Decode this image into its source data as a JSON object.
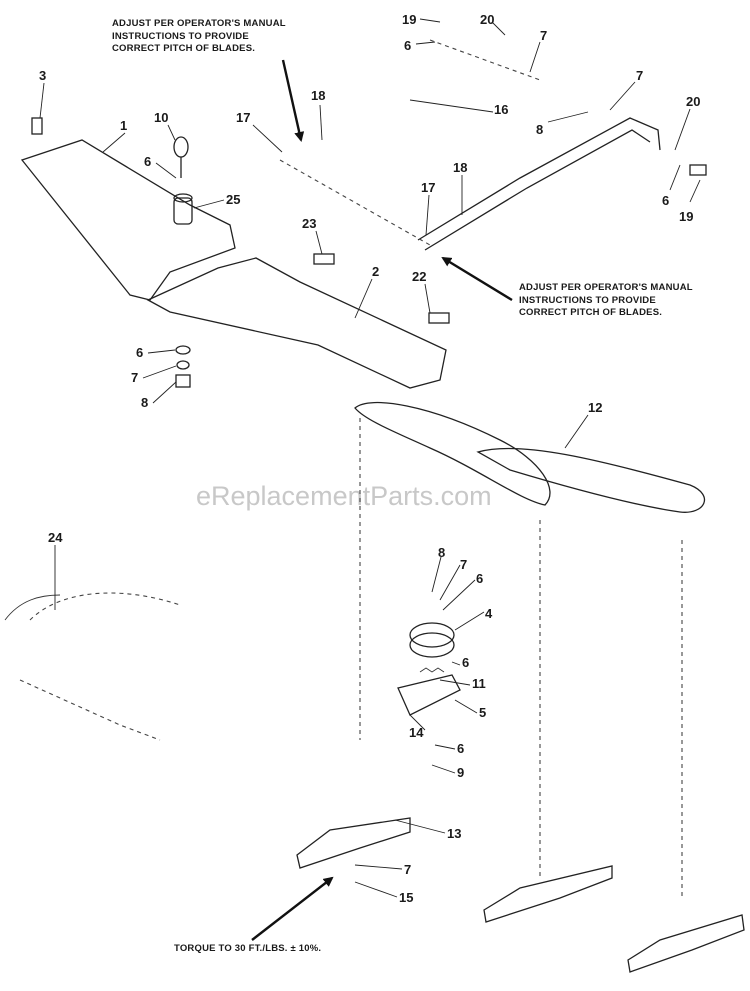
{
  "notes": {
    "adjust_top": [
      "ADJUST PER OPERATOR'S MANUAL",
      "INSTRUCTIONS TO PROVIDE",
      "CORRECT PITCH OF BLADES."
    ],
    "adjust_right": [
      "ADJUST PER OPERATOR'S MANUAL",
      "INSTRUCTIONS TO PROVIDE",
      "CORRECT PITCH OF BLADES."
    ],
    "torque": "TORQUE TO 30 FT./LBS. ± 10%."
  },
  "watermark": "eReplacementParts.com",
  "callouts": {
    "c19a": "19",
    "c20a": "20",
    "c6a": "6",
    "c7a": "7",
    "c7b": "7",
    "c8a": "8",
    "c20b": "20",
    "c6b": "6",
    "c19b": "19",
    "c16": "16",
    "c18a": "18",
    "c17a": "17",
    "c18b": "18",
    "c17b": "17",
    "c3": "3",
    "c1": "1",
    "c10": "10",
    "c6c": "6",
    "c25": "25",
    "c23": "23",
    "c22": "22",
    "c2": "2",
    "c6d": "6",
    "c7c": "7",
    "c8b": "8",
    "c12": "12",
    "c24": "24",
    "c8c": "8",
    "c7d": "7",
    "c6e": "6",
    "c4": "4",
    "c6f": "6",
    "c11": "11",
    "c5": "5",
    "c14": "14",
    "c6g": "6",
    "c9": "9",
    "c13": "13",
    "c7e": "7",
    "c15": "15"
  }
}
